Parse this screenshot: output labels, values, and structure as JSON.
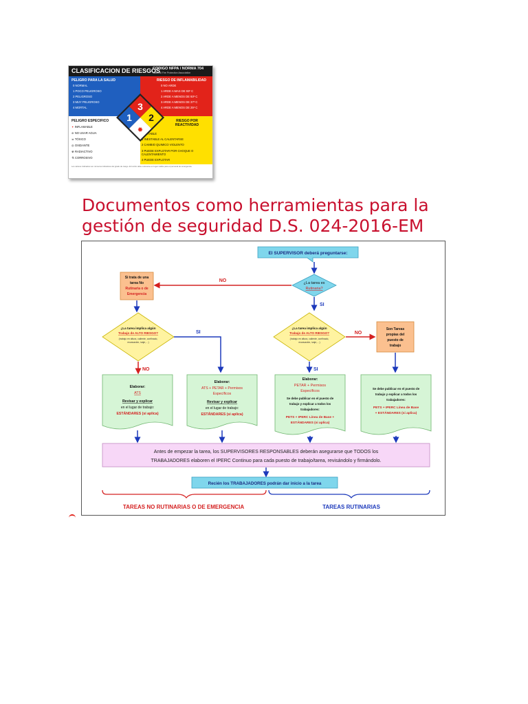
{
  "nfpa": {
    "title": "CLASIFICACION DE RIESGOS",
    "code": "CODIGO NFPA / NORMA 704",
    "code_sub": "National Fire Protection Association",
    "salud": {
      "title": "PELIGRO PARA LA SALUD",
      "items": [
        "0 NORMAL",
        "1 POCO PELIGROSO",
        "2 PELIGROSO",
        "3 MUY PELIGROSO",
        "4 MORTAL"
      ]
    },
    "inflamabilidad": {
      "title": "RIESGO DE INFLAMABILIDAD",
      "items": [
        "0 NO ARDE",
        "1 ARDE A MAS DE 93º C",
        "2 ARDE A MENOS DE 93º C",
        "3 ARDE A MENOS DE 37º C",
        "4 ARDE A MENOS DE 25º C"
      ]
    },
    "especifico": {
      "title": "PELIGRO ESPECIFICO",
      "items": [
        "INFLAMABLE",
        "NO USAR AGUA",
        "TÓXICO",
        "OXIDANTE",
        "RADIACTIVO",
        "CORROSIVO"
      ]
    },
    "reactividad": {
      "title": "RIESGO POR REACTIVIDAD",
      "items": [
        "0 ESTABLE",
        "1 INESTABLE AL CALENTARSE",
        "2 CAMBIO QUIMICO VIOLENTO",
        "3 PUEDE EXPLOTAR POR CHOQUE O CALENTAMIENTO",
        "4 PUEDE EXPLOTAR"
      ]
    },
    "diamond": {
      "blue": "1",
      "red": "3",
      "yellow": "2"
    },
    "footer": "Los valores indicados son números indicativos del grado de riesgo. El rombo debe colocarse en lugar visible para el personal de emergencia."
  },
  "heading": {
    "line1": "Documentos como herramientas para la",
    "line2": "gestión de seguridad D.S. 024-2016-EM"
  },
  "flow": {
    "start": "El SUPERVISOR deberá preguntarse:",
    "q_rutinaria": [
      "¿La tarea es",
      "Rutinaria?"
    ],
    "no_rutinaria": [
      "Si trata de una",
      "tarea No",
      "Rutinaria o de",
      "Emergencia"
    ],
    "q_alto_riesgo_left": [
      "¿La tarea implica algún",
      "Trabajo de ALTO RIESGO?",
      "(trabajo en altura, caliente, confinado,",
      "excavación, izaje,…)"
    ],
    "q_alto_riesgo_right": [
      "¿La tarea implica algún",
      "Trabajo de ALTO RIESGO?",
      "(trabajo en altura, caliente, confinado,",
      "excavación, izaje,…)"
    ],
    "tareas_propias": [
      "Son Tareas",
      "propias del",
      "puesto de",
      "trabajo"
    ],
    "labels": {
      "no": "NO",
      "si": "SI"
    },
    "doc1": [
      "Elaborar:",
      "ATS",
      "Revisar y explicar",
      "en el lugar de trabajo:",
      "ESTÁNDARES (si aplica)"
    ],
    "doc2": [
      "Elaborar:",
      "ATS + PETAR + Permisos",
      "Específicos",
      "Revisar y explicar",
      "en el lugar de trabajo:",
      "ESTÁNDARES (si aplica)"
    ],
    "doc3": [
      "Elaborar:",
      "PETAR + Permisos",
      "Específicos",
      "Se debe publicar en el puesto de",
      "trabajo y explicar a todos los",
      "trabajadores:",
      "PETS + IPERC Línea de Base +",
      "ESTÁNDARES (si aplica)"
    ],
    "doc4": [
      "Se debe publicar en el puesto de",
      "trabajo y explicar a todos los",
      "trabajadores:",
      "PETS + IPERC Línea de Base",
      "+ ESTÁNDARES (si aplica)"
    ],
    "banner": [
      "Antes de empezar la tarea, los SUPERVISORES RESPONSABLES deberán asegurarse que TODOS los",
      "TRABAJADORES elaboren el IPERC Continuo para cada puesto de trabajo/tarea, revisándolo y firmándolo."
    ],
    "final": "Recién los TRABAJADORES podrán dar inicio a la tarea",
    "bottom_left": "TAREAS NO RUTINARIAS O DE EMERGENCIA",
    "bottom_right": "TAREAS RUTINARIAS"
  },
  "colors": {
    "heading": "#c8102e",
    "diamond": "#fff3a0",
    "doc": "#d6f5d6",
    "start": "#7fd6ec",
    "banner": "#f7d7f7",
    "orange": "#fbc08f"
  }
}
